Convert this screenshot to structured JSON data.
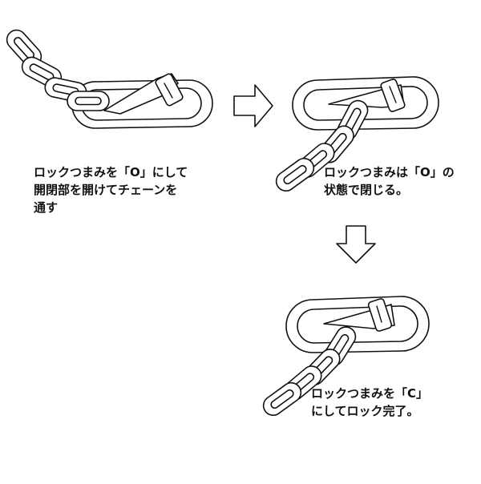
{
  "steps": [
    {
      "lines": [
        "ロックつまみを「O」にして",
        "開閉部を開けてチェーンを",
        "通す"
      ]
    },
    {
      "lines": [
        "ロックつまみは「O」の",
        "状態で閉じる。"
      ]
    },
    {
      "lines": [
        "ロックつまみを「C」",
        "にしてロック完了。"
      ]
    }
  ]
}
